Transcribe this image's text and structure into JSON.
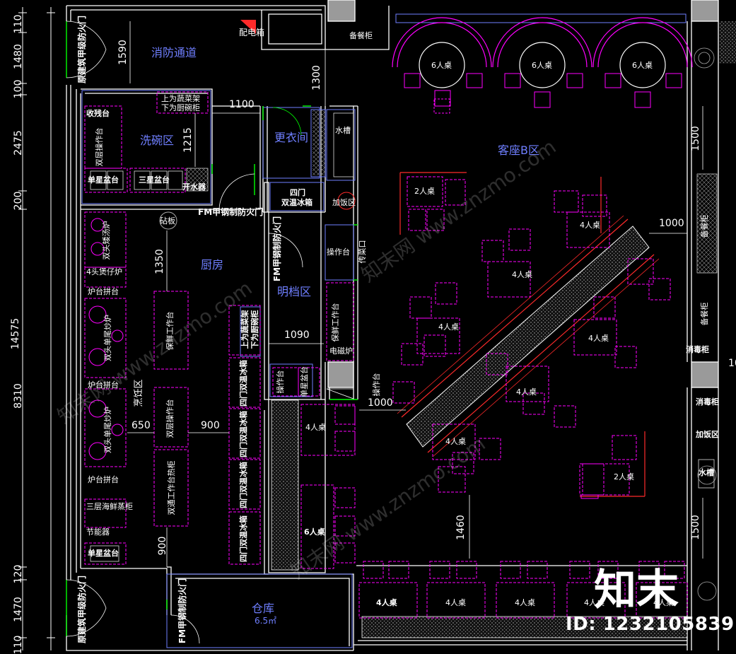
{
  "dims": {
    "d110_top": "110",
    "d1480_top": "1480",
    "d100_top": "100",
    "d2475": "2475",
    "d200": "200",
    "d14575": "14575",
    "d8310": "8310",
    "d120": "120",
    "d1470": "1470",
    "d110_bottom": "110",
    "d1590": "1590",
    "d1100": "1100",
    "d1215": "1215",
    "d1300": "1300",
    "d1350": "1350",
    "d1090": "1090",
    "d650": "650",
    "d900_mid": "900",
    "d900_low": "900",
    "d1000_mid": "1000",
    "d1460": "1460",
    "d1000_right": "1000",
    "d1500_upper": "1500",
    "d1500_lower": "1500",
    "d10_partial": "10"
  },
  "rooms": {
    "fire_passage": "消防通道",
    "dishwashing": "洗碗区",
    "changing": "更衣间",
    "kitchen": "厨房",
    "open_bar": "明档区",
    "seating_b": "客座B区",
    "warehouse": "仓库",
    "warehouse_area": "6.5㎡",
    "elec_box": "配电箱",
    "cook_area": "烹饪区"
  },
  "doors": {
    "fire_door_top": "原建筑甲级防火门",
    "fire_door_bottom": "原建筑甲级防火门",
    "fm_door_1": "FM甲钢制防火门",
    "fm_door_2": "FM甲钢制防火门",
    "fm_door_3": "FM甲钢制防火门"
  },
  "equipment": {
    "shelf_top_1": "上为蔬菜架",
    "shelf_top_2": "下为厨碗柜",
    "collect_table": "收残台",
    "double_op_table_dish": "双层操作台",
    "single_sink": "单星盆台",
    "triple_sink": "三星盆台",
    "water_heater": "开水器",
    "chop_board": "砧板",
    "soup_stove": "双头矮汤炉",
    "four_stove": "4头煲仔炉",
    "stove_joint_1": "炉台拼台",
    "wok_1": "双头单尾炒炉",
    "stove_joint_2": "炉台拼台",
    "wok_2": "双头单尾炒炉",
    "stove_joint_3": "炉台拼台",
    "seafood_steamer": "三层海鲜蒸柜",
    "energy_saver": "节能器",
    "single_sink_2": "单星盆台",
    "fresh_work_1": "保鲜工作台",
    "double_op_table": "双层操作台",
    "heat_table": "双通工作台热柜",
    "shelf2_1": "上为蔬菜架",
    "shelf2_2": "下为厨碗柜",
    "fridge_1": "四门双温冰箱",
    "fridge_2": "四门双温冰箱",
    "fridge_3": "四门双温冰箱",
    "fridge_4": "四门双温冰箱",
    "fridge_top_1": "四门",
    "fridge_top_2": "双温冰箱",
    "sink_top": "水槽",
    "rice_top": "加饭区",
    "op_table_bar": "操作台",
    "serve_window": "传菜口",
    "fresh_bar": "保鲜工作台",
    "induction": "电磁炉",
    "op_table_small": "操作台",
    "single_sink_bar": "单星盆台",
    "op_table_corr": "操作台",
    "spare_cab_top": "备餐柜",
    "spare_cab_r1": "备餐柜",
    "spare_cab_r2": "备餐柜",
    "disinfect_1": "消毒柜",
    "disinfect_2": "消毒柜",
    "rice_right": "加饭区",
    "sink_right": "水槽"
  },
  "tables": {
    "six_a": "6人桌",
    "six_b": "6人桌",
    "six_c": "6人桌",
    "two_a": "2人桌",
    "two_b": "2人桌",
    "four_1": "4人桌",
    "four_2": "4人桌",
    "four_3": "4人桌",
    "four_4": "4人桌",
    "four_5": "4人桌",
    "four_6": "4人桌",
    "four_corr": "4人桌",
    "six_corr": "6人桌",
    "four_b1": "4人桌",
    "four_b2": "4人桌",
    "four_b3": "4人桌",
    "four_b4": "4人桌",
    "four_b5": "4人桌"
  },
  "watermark": {
    "text": "知末网 www.znzmo.com",
    "brand": "知末",
    "id": "ID: 1232105839"
  },
  "colors": {
    "wall": "#ffffff",
    "text": "#ffffff",
    "blue": "#6f7fff",
    "magenta": "#ff00ff",
    "red": "#ff2a2a",
    "green": "#00ff00",
    "dim": "#ffffff"
  }
}
